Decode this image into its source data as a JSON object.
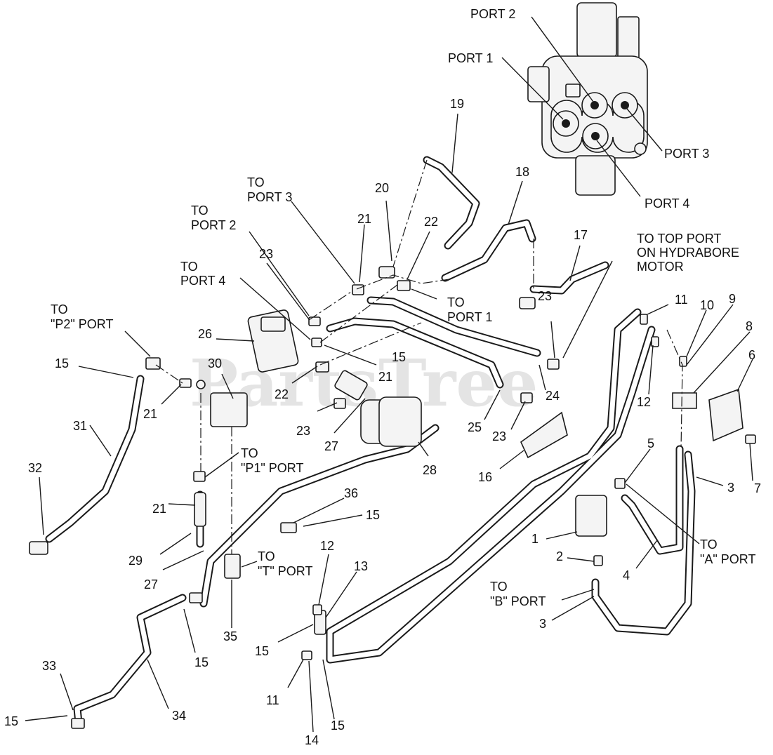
{
  "watermark": "PartsTree",
  "callouts": [
    {
      "id": "port2",
      "text": "PORT 2"
    },
    {
      "id": "port1",
      "text": "PORT 1"
    },
    {
      "id": "port3",
      "text": "PORT 3"
    },
    {
      "id": "port4",
      "text": "PORT 4"
    },
    {
      "id": "n19",
      "text": "19"
    },
    {
      "id": "n18",
      "text": "18"
    },
    {
      "id": "n17",
      "text": "17"
    },
    {
      "id": "n20",
      "text": "20"
    },
    {
      "id": "to_port3_a",
      "text": "TO"
    },
    {
      "id": "to_port3_b",
      "text": "PORT 3"
    },
    {
      "id": "to_port2_a",
      "text": "TO"
    },
    {
      "id": "to_port2_b",
      "text": "PORT 2"
    },
    {
      "id": "n21a",
      "text": "21"
    },
    {
      "id": "n22a",
      "text": "22"
    },
    {
      "id": "n23a",
      "text": "23"
    },
    {
      "id": "to_port4_a",
      "text": "TO"
    },
    {
      "id": "to_port4_b",
      "text": "PORT 4"
    },
    {
      "id": "to_port1_a",
      "text": "TO"
    },
    {
      "id": "to_port1_b",
      "text": "PORT 1"
    },
    {
      "id": "hydra_a",
      "text": "TO TOP PORT"
    },
    {
      "id": "hydra_b",
      "text": "ON HYDRABORE"
    },
    {
      "id": "hydra_c",
      "text": "MOTOR"
    },
    {
      "id": "n23b",
      "text": "23"
    },
    {
      "id": "to_p2_a",
      "text": "TO"
    },
    {
      "id": "to_p2_b",
      "text": "\"P2\" PORT"
    },
    {
      "id": "n26",
      "text": "26"
    },
    {
      "id": "n15a",
      "text": "15"
    },
    {
      "id": "n30",
      "text": "30"
    },
    {
      "id": "n15b",
      "text": "15"
    },
    {
      "id": "n21b",
      "text": "21"
    },
    {
      "id": "n11a",
      "text": "11"
    },
    {
      "id": "n10",
      "text": "10"
    },
    {
      "id": "n9",
      "text": "9"
    },
    {
      "id": "n8",
      "text": "8"
    },
    {
      "id": "n6",
      "text": "6"
    },
    {
      "id": "n21c",
      "text": "21"
    },
    {
      "id": "n22b",
      "text": "22"
    },
    {
      "id": "n24",
      "text": "24"
    },
    {
      "id": "n12a",
      "text": "12"
    },
    {
      "id": "n31",
      "text": "31"
    },
    {
      "id": "n23c",
      "text": "23"
    },
    {
      "id": "n25",
      "text": "25"
    },
    {
      "id": "n23d",
      "text": "23"
    },
    {
      "id": "n27a",
      "text": "27"
    },
    {
      "id": "to_p1_a",
      "text": "TO"
    },
    {
      "id": "to_p1_b",
      "text": "\"P1\" PORT"
    },
    {
      "id": "n28",
      "text": "28"
    },
    {
      "id": "n16",
      "text": "16"
    },
    {
      "id": "n5",
      "text": "5"
    },
    {
      "id": "n7",
      "text": "7"
    },
    {
      "id": "n32",
      "text": "32"
    },
    {
      "id": "n3a",
      "text": "3"
    },
    {
      "id": "n21d",
      "text": "21"
    },
    {
      "id": "n36",
      "text": "36"
    },
    {
      "id": "n15c",
      "text": "15"
    },
    {
      "id": "n1",
      "text": "1"
    },
    {
      "id": "to_a_a",
      "text": "TO"
    },
    {
      "id": "to_a_b",
      "text": "\"A\" PORT"
    },
    {
      "id": "n29",
      "text": "29"
    },
    {
      "id": "n12b",
      "text": "12"
    },
    {
      "id": "n2",
      "text": "2"
    },
    {
      "id": "n27b",
      "text": "27"
    },
    {
      "id": "to_t_a",
      "text": "TO"
    },
    {
      "id": "to_t_b",
      "text": "\"T\" PORT"
    },
    {
      "id": "n13",
      "text": "13"
    },
    {
      "id": "n4",
      "text": "4"
    },
    {
      "id": "to_b_a",
      "text": "TO"
    },
    {
      "id": "to_b_b",
      "text": "\"B\" PORT"
    },
    {
      "id": "n3b",
      "text": "3"
    },
    {
      "id": "n35",
      "text": "35"
    },
    {
      "id": "n15d",
      "text": "15"
    },
    {
      "id": "n15e",
      "text": "15"
    },
    {
      "id": "n33",
      "text": "33"
    },
    {
      "id": "n11b",
      "text": "11"
    },
    {
      "id": "n34",
      "text": "34"
    },
    {
      "id": "n15f",
      "text": "15"
    },
    {
      "id": "n15g",
      "text": "15"
    },
    {
      "id": "n14",
      "text": "14"
    }
  ]
}
